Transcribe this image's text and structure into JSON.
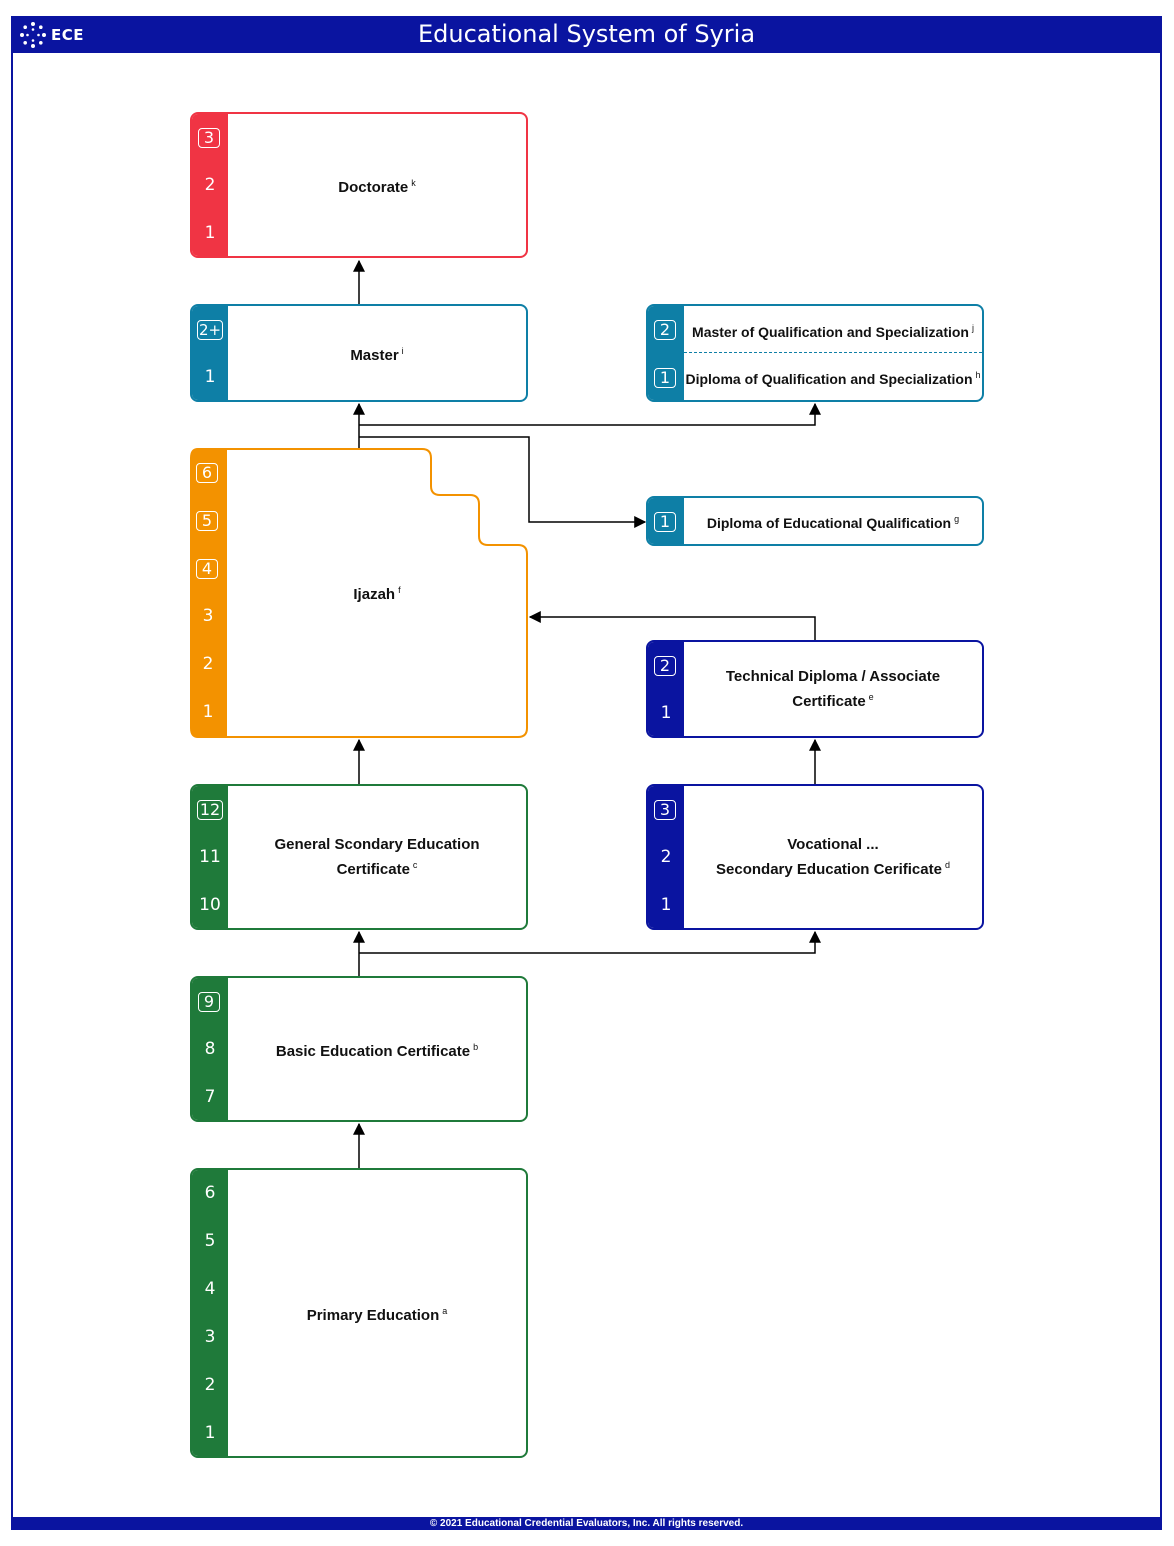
{
  "header": {
    "title": "Educational System of Syria",
    "logo_text": "ECE",
    "logo_icon": "sunburst-icon"
  },
  "footer": {
    "copyright": "© 2021 Educational Credential Evaluators, Inc. All rights reserved."
  },
  "colors": {
    "doctorate": "#f03444",
    "graduate": "#0e7fa6",
    "undergraduate": "#f39200",
    "vocational": "#0a14a0",
    "school": "#1f7a3a"
  },
  "programs": {
    "doctorate": {
      "label": "Doctorate",
      "note": "k",
      "years": [
        "3",
        "2",
        "1"
      ]
    },
    "master": {
      "label": "Master",
      "note": "i",
      "years": [
        "2+",
        "1"
      ]
    },
    "master_qual": {
      "label": "Master of Qualification and Specialization",
      "note": "j",
      "years": [
        "2"
      ]
    },
    "diploma_qual": {
      "label": "Diploma of Qualification and Specialization",
      "note": "h",
      "years": [
        "1"
      ]
    },
    "diploma_edu": {
      "label": "Diploma of Educational Qualification",
      "note": "g",
      "years": [
        "1"
      ]
    },
    "ijazah": {
      "label": "Ijazah",
      "note": "f",
      "years": [
        "6",
        "5",
        "4",
        "3",
        "2",
        "1"
      ]
    },
    "technical": {
      "label_line1": "Technical Diploma / Associate",
      "label_line2": "Certificate",
      "note": "e",
      "years": [
        "2",
        "1"
      ]
    },
    "general_sec": {
      "label_line1": "General Scondary Education",
      "label_line2": "Certificate",
      "note": "c",
      "years": [
        "12",
        "11",
        "10"
      ]
    },
    "vocational": {
      "label_line1": "Vocational ...",
      "label_line2": "Secondary Education Cerificate",
      "note": "d",
      "years": [
        "3",
        "2",
        "1"
      ]
    },
    "basic": {
      "label": "Basic Education Certificate",
      "note": "b",
      "years": [
        "9",
        "8",
        "7"
      ]
    },
    "primary": {
      "label": "Primary Education",
      "note": "a",
      "years": [
        "6",
        "5",
        "4",
        "3",
        "2",
        "1"
      ]
    }
  }
}
